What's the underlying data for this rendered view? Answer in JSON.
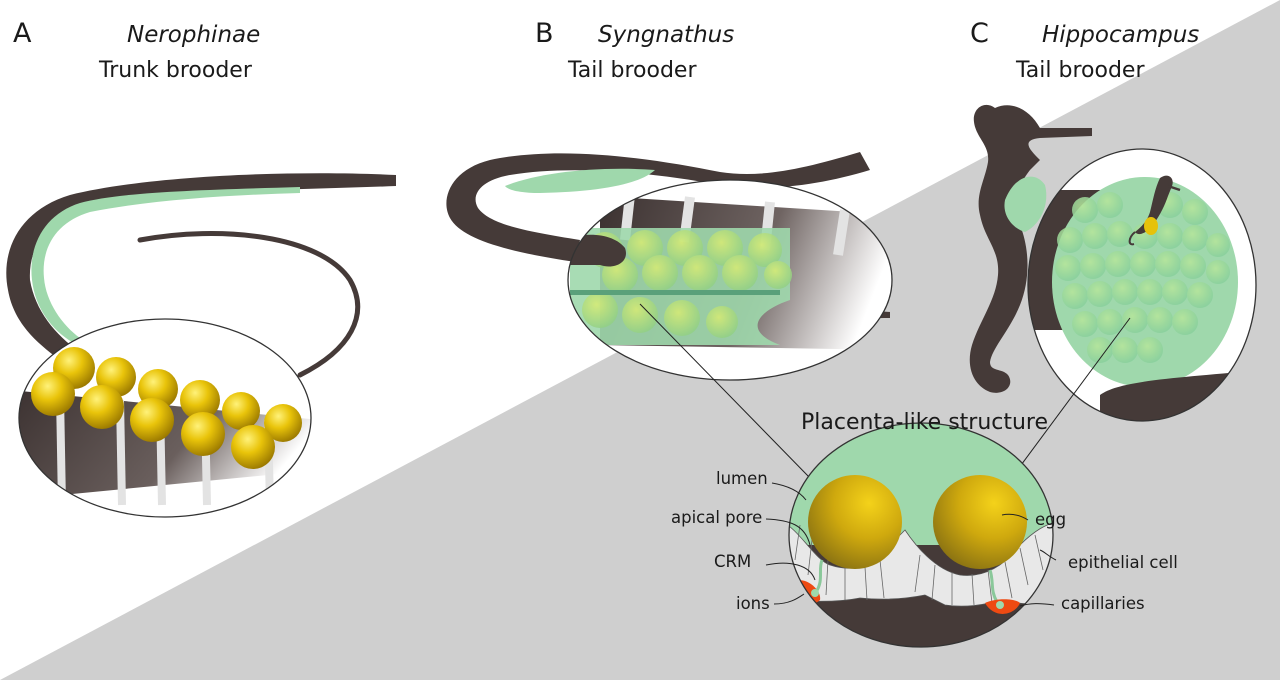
{
  "panels": [
    {
      "letter": "A",
      "genus": "Nerophinae",
      "brooding": "Trunk brooder"
    },
    {
      "letter": "B",
      "genus": "Syngnathus",
      "brooding": "Tail brooder"
    },
    {
      "letter": "C",
      "genus": "Hippocampus",
      "brooding": "Tail brooder"
    }
  ],
  "structure": {
    "title": "Placenta-like structure",
    "labels": {
      "lumen": "lumen",
      "apical_pore": "apical pore",
      "crm": "CRM",
      "ions": "ions",
      "egg": "egg",
      "epithelial_cell": "epithelial cell",
      "capillaries": "capillaries"
    }
  },
  "colors": {
    "background_grey": "#cfcfcf",
    "fish_body": "#453a38",
    "brood_tissue": "#9fd8ac",
    "egg_yolk": "#e6c20a",
    "capillary": "#ee4a12",
    "epithelium": "#e8e8e8"
  }
}
